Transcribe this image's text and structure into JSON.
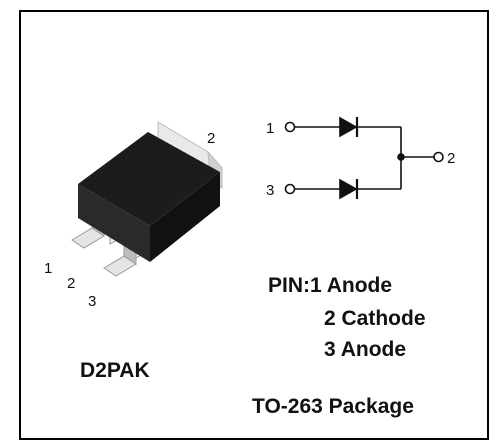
{
  "package_drawing": {
    "tab_pin_label": "2",
    "lead_labels": [
      "1",
      "2",
      "3"
    ],
    "package_name": "D2PAK"
  },
  "schematic": {
    "pin1_label": "1",
    "pin3_label": "3",
    "common_label": "2"
  },
  "pin_table": {
    "prefix": "PIN:",
    "rows": [
      "1 Anode",
      "2 Cathode",
      "3 Anode"
    ]
  },
  "footer": {
    "package_type": "TO-263 Package"
  },
  "colors": {
    "line": "#111111",
    "body_dark": "#1a1a1a",
    "body_mid": "#333333",
    "tab_light": "#e6e6e6"
  }
}
